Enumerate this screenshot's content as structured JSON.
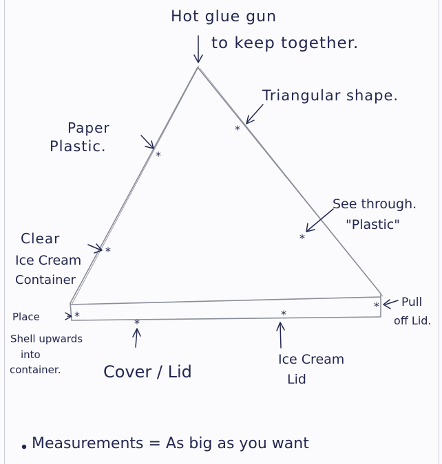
{
  "labels": {
    "hot_glue_line1": "Hot glue gun",
    "hot_glue_line2": "to keep together.",
    "triangular_shape": "Triangular shape.",
    "paper_line1": "Paper",
    "paper_line2": "Plastic.",
    "see_through_line1": "See through.",
    "see_through_line2": "\"Plastic\"",
    "clear_line1": "Clear",
    "clear_line2": "Ice Cream",
    "clear_line3": "Container",
    "place_line1": "Place",
    "place_line2": "Shell upwards",
    "place_line3": "into",
    "place_line4": "container.",
    "pull_line1": "Pull",
    "pull_line2": "off Lid.",
    "cover_lid": "Cover / Lid",
    "ice_cream_lid_line1": "Ice Cream",
    "ice_cream_lid_line2": "Lid",
    "measurements": "Measurements = As big as you want"
  },
  "colors": {
    "ink": "#23274f",
    "pencil": "#8a8c98",
    "paper": "#fbfbfd"
  }
}
